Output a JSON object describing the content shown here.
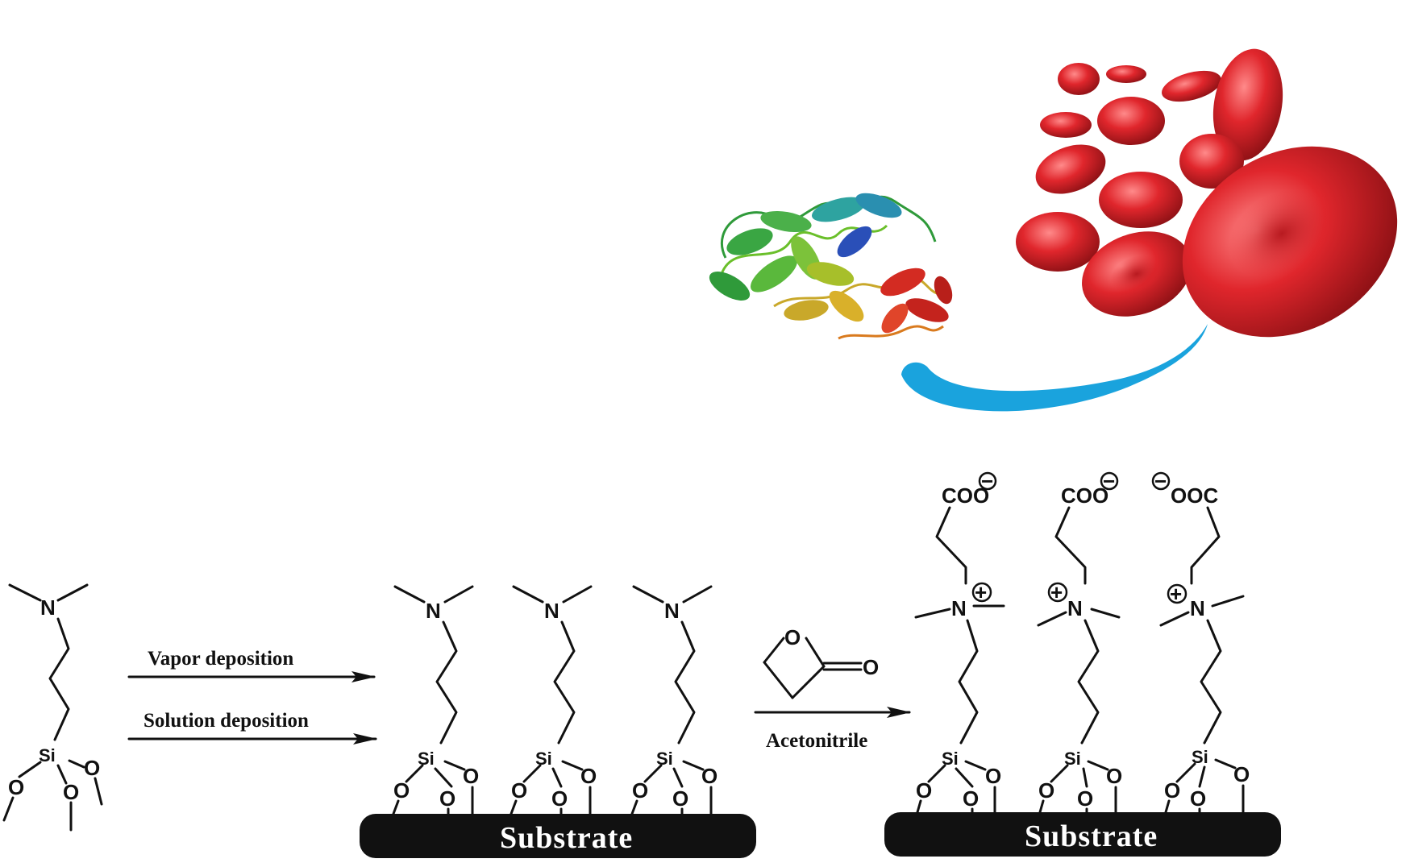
{
  "arrows": {
    "vapor_label": "Vapor deposition",
    "solution_label": "Solution deposition",
    "reaction_label": "Acetonitrile"
  },
  "substrate_label": "Substrate",
  "atoms": {
    "nitrogen": "N",
    "silicon": "Si",
    "oxygen": "O",
    "carboxylate": "COO",
    "carboxylate_reversed": "OOC",
    "plus": "+",
    "minus": "−"
  },
  "colors": {
    "substrate": "#111111",
    "bond": "#111111",
    "rbc": "#e0262c",
    "blue_surface": "#1aa3dd",
    "protein_green": "#2f9a3a",
    "protein_red": "#d32b22"
  },
  "icons": [
    "protein-ribbon-icon",
    "red-blood-cell-icon",
    "blue-surface-curve-icon"
  ]
}
